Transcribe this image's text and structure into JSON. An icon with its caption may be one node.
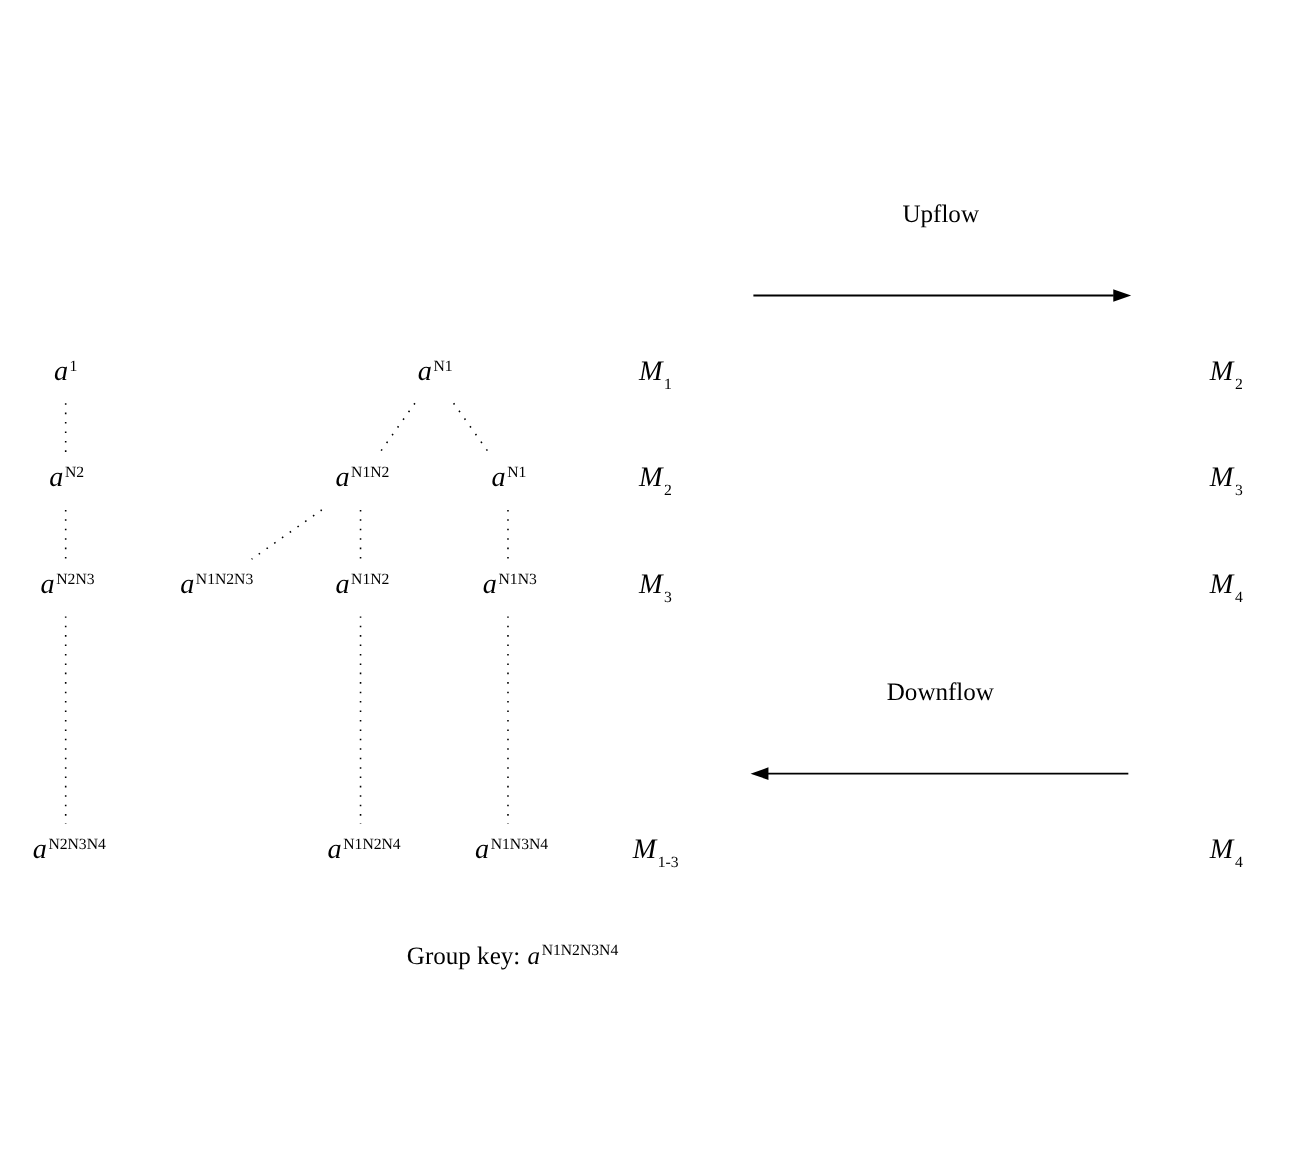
{
  "diagram": {
    "nodes": [
      {
        "text": [
          "*a*$^{1}$"
        ]
      },
      {
        "text": [
          "*a*$^{N1}$"
        ]
      },
      {
        "text": [
          "*a*$^{N2}$"
        ]
      },
      {
        "text": [
          "*a*$^{N1}$"
        ]
      },
      {
        "text": [
          "*a*$^{N1N2}$"
        ]
      },
      {
        "text": [
          "*a*$^{N2N3}$"
        ]
      },
      {
        "text": [
          "*a*$^{N1N3}$"
        ]
      },
      {
        "text": [
          "*a*$^{N1N2}$"
        ]
      },
      {
        "text": [
          "*a*$^{N1N2N3}$"
        ]
      },
      {
        "text": [
          "*a*$^{N2N3N4}$"
        ]
      },
      {
        "text": [
          "*a*$^{N1N3N4}$"
        ]
      },
      {
        "text": [
          "*a*$^{N1N2N4}$"
        ]
      }
    ],
    "edges": [
      {
        "from": 0,
        "to": 2,
        "arrow": "none",
        "style": "dashed"
      },
      {
        "from": 1,
        "to": 3,
        "arrow": "none",
        "style": "dashed"
      },
      {
        "from": 1,
        "to": 4,
        "arrow": "none",
        "style": "dashed"
      },
      {
        "from": 2,
        "to": 5,
        "arrow": "none",
        "style": "dashed"
      },
      {
        "from": 3,
        "to": 6,
        "arrow": "none",
        "style": "dashed"
      },
      {
        "from": 4,
        "to": 7,
        "arrow": "none",
        "style": "dashed"
      },
      {
        "from": 4,
        "to": 8,
        "arrow": "none",
        "style": "dashed"
      },
      {
        "from": 5,
        "to": 9,
        "arrow": "none",
        "style": "dashed"
      },
      {
        "from": 6,
        "to": 10,
        "arrow": "none",
        "style": "dashed"
      },
      {
        "from": 7,
        "to": 11,
        "arrow": "none",
        "style": "dashed"
      }
    ],
    "labels": [
      "Upflow",
      "*M*$_{1}$",
      "*M*$_{2}$",
      "*M*$_{2}$",
      "*M*$_{3}$",
      "*M*$_{3}$",
      "*M*$_{4}$",
      "Downflow",
      "*M*$_{1-3}$",
      "*M*$_{4}$",
      "Group key: *a*$^{N1N2N3N4}$"
    ]
  }
}
